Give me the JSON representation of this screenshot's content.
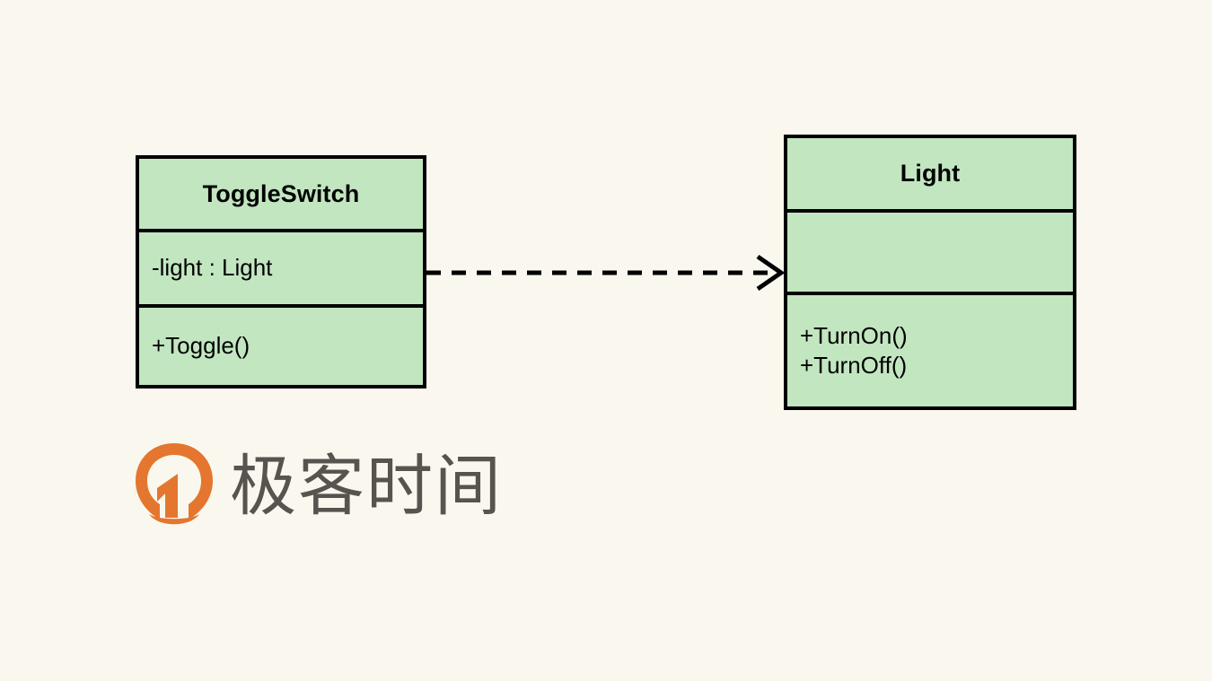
{
  "diagram": {
    "type": "uml-class-diagram",
    "background_color": "#faf8ee",
    "class_fill_color": "#c2e6c0",
    "border_color": "#000000",
    "classes": [
      {
        "id": "toggleswitch",
        "name": "ToggleSwitch",
        "attributes": [
          "-light : Light"
        ],
        "operations": [
          "+Toggle()"
        ]
      },
      {
        "id": "light",
        "name": "Light",
        "attributes": [
          ""
        ],
        "operations": [
          "+TurnOn()\n+TurnOff()"
        ]
      }
    ],
    "relationship": {
      "kind": "dependency",
      "line_style": "dashed",
      "arrowhead": "open",
      "from": "ToggleSwitch",
      "to": "Light",
      "label": ""
    }
  },
  "brand": {
    "wordmark": "极客时间",
    "mark_color": "#e4762f",
    "wordmark_color": "#57534e",
    "mark_icon": "geektime-logo-icon"
  }
}
